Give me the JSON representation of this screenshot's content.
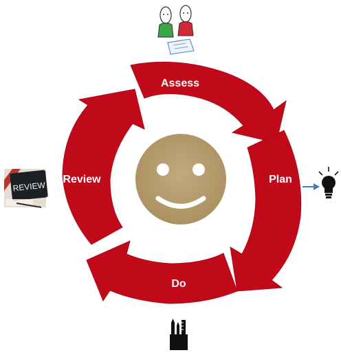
{
  "diagram": {
    "type": "cycle",
    "stages": [
      {
        "id": "assess",
        "label": "Assess",
        "icon": "two-people-discussing-icon"
      },
      {
        "id": "plan",
        "label": "Plan",
        "icon": "lightbulb-icon"
      },
      {
        "id": "do",
        "label": "Do",
        "icon": "pencil-cup-icon"
      },
      {
        "id": "review",
        "label": "Review",
        "icon": "review-chalkboard-icon",
        "icon_text": "REVIEW"
      }
    ],
    "center_icon": "smiley-face-icon",
    "colors": {
      "arrow": "#c00a1a",
      "arrow_edge": "#b00818",
      "center_face": "#b69c6d",
      "face_features": "#ffffff",
      "label_text": "#ffffff",
      "connector": "#4a78b5",
      "icon_dark": "#111111"
    }
  }
}
